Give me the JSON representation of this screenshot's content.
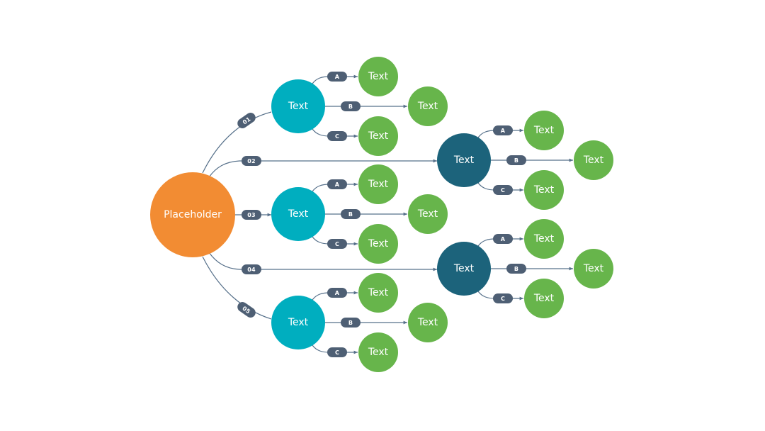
{
  "colors": {
    "root": "#f28c33",
    "branch_primary": "#00aebf",
    "branch_secondary": "#1c637b",
    "leaf": "#67b54b",
    "pill": "#4e5f74",
    "edge": "#56708a"
  },
  "root": {
    "label": "Placeholder"
  },
  "branches": [
    {
      "label": "Text",
      "tier": "primary",
      "connector": "01",
      "leaves": [
        {
          "connector": "A",
          "label": "Text"
        },
        {
          "connector": "B",
          "label": "Text"
        },
        {
          "connector": "C",
          "label": "Text"
        }
      ]
    },
    {
      "label": "Text",
      "tier": "secondary",
      "connector": "02",
      "leaves": [
        {
          "connector": "A",
          "label": "Text"
        },
        {
          "connector": "B",
          "label": "Text"
        },
        {
          "connector": "C",
          "label": "Text"
        }
      ]
    },
    {
      "label": "Text",
      "tier": "primary",
      "connector": "03",
      "leaves": [
        {
          "connector": "A",
          "label": "Text"
        },
        {
          "connector": "B",
          "label": "Text"
        },
        {
          "connector": "C",
          "label": "Text"
        }
      ]
    },
    {
      "label": "Text",
      "tier": "secondary",
      "connector": "04",
      "leaves": [
        {
          "connector": "A",
          "label": "Text"
        },
        {
          "connector": "B",
          "label": "Text"
        },
        {
          "connector": "C",
          "label": "Text"
        }
      ]
    },
    {
      "label": "Text",
      "tier": "primary",
      "connector": "05",
      "leaves": [
        {
          "connector": "A",
          "label": "Text"
        },
        {
          "connector": "B",
          "label": "Text"
        },
        {
          "connector": "C",
          "label": "Text"
        }
      ]
    }
  ]
}
